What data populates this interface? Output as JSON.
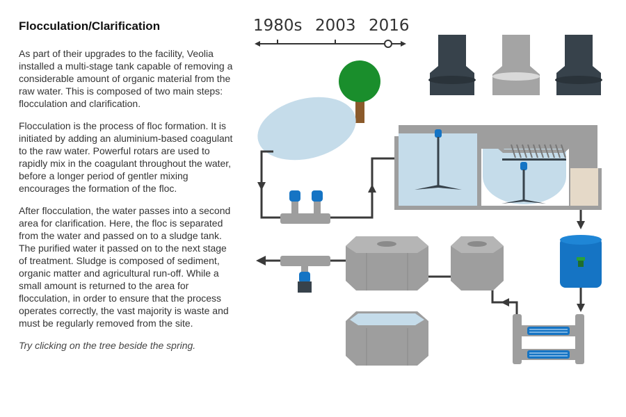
{
  "article": {
    "title": "Flocculation/Clarification",
    "paragraphs": [
      "As part of their upgrades to the facility, Veolia installed a multi-stage tank capable of removing a considerable amount of organic material from the raw water. This is composed of two main steps: flocculation and clarification.",
      "Flocculation is the process of floc formation. It is initiated by adding an aluminium-based coagulant to the raw water. Powerful rotars are used to rapidly mix in the coagulant throughout the water, before a longer period of gentler mixing encourages the formation of the floc.",
      "After flocculation, the water passes into a second area for clarification. Here, the floc is separated from the water and passed on to a sludge tank. The purified water it passed on to the next stage of treatment. Sludge is composed of sediment, organic matter and agricultural run-off. While a small amount is returned to the area for flocculation, in order to ensure that the process operates correctly, the vast majority is waste and must be regularly removed from the site."
    ],
    "hint": "Try clicking on the tree beside the spring."
  },
  "timeline": {
    "labels": [
      "1980s",
      "2003",
      "2016"
    ],
    "selected": "2016"
  },
  "colors": {
    "water": "#c5dcea",
    "pipe": "#3a3a3a",
    "tank_wall": "#9e9e9e",
    "dark_hopper": "#37424b",
    "light_hopper": "#a4a4a4",
    "blue_pump": "#1574c4",
    "tree_canopy": "#1a8e2c",
    "tree_trunk": "#8b5a2b",
    "sludge": "#e5d9c8"
  }
}
